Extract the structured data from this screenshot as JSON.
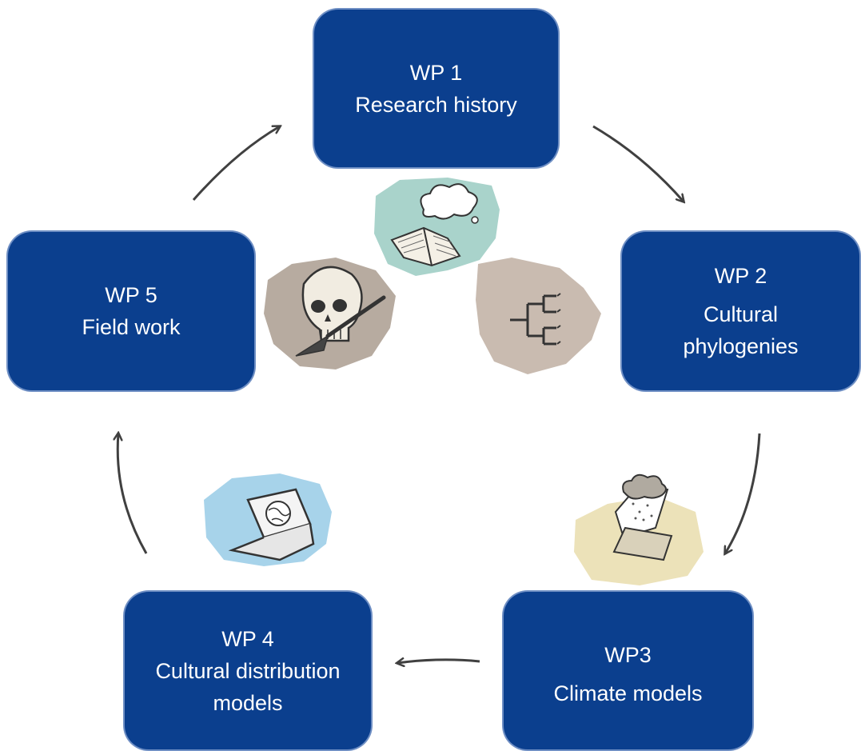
{
  "work_packages": {
    "wp1": {
      "id": "WP 1",
      "title": "Research history"
    },
    "wp2": {
      "id": "WP 2",
      "title_line1": "Cultural",
      "title_line2": "phylogenies"
    },
    "wp3": {
      "id": "WP3",
      "title": "Climate models"
    },
    "wp4": {
      "id": "WP 4",
      "title_line1": "Cultural distribution",
      "title_line2": "models"
    },
    "wp5": {
      "id": "WP 5",
      "title": "Field work"
    }
  },
  "icons": [
    "book-icon",
    "phylogeny-tree-icon",
    "laptop-cloud-icon",
    "laptop-globe-icon",
    "skull-trowel-icon"
  ],
  "colors": {
    "box_fill": "#0b3f8e",
    "box_outline": "#6f8fc4",
    "arrow": "#404040",
    "book_bg": "#a9d3cb",
    "tree_bg": "#c9bbb0",
    "climate_bg": "#ece2b9",
    "laptop_bg": "#a7d3ea",
    "skull_bg": "#b7aba0"
  }
}
